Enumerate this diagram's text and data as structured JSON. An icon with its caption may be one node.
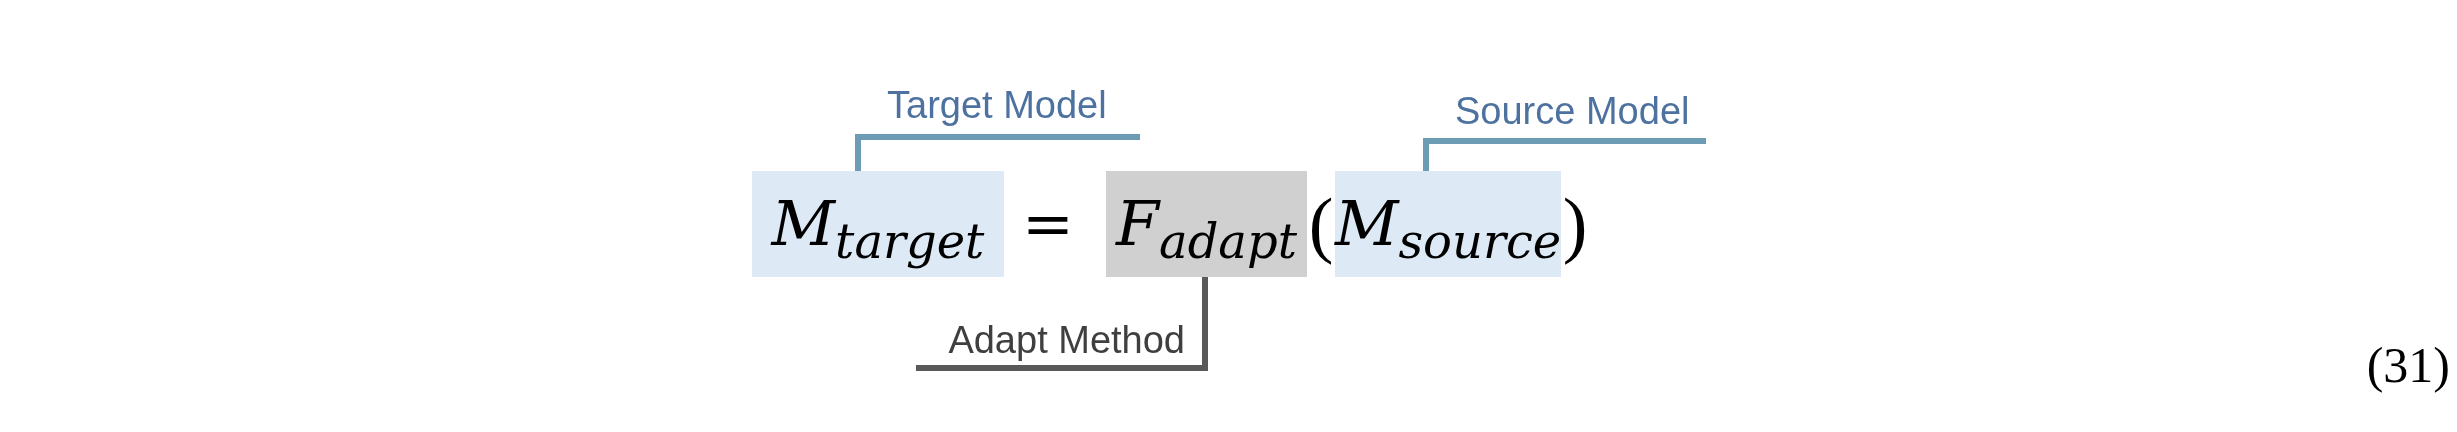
{
  "diagram": {
    "nodes": [
      {
        "text": [
          "Target Model"
        ]
      },
      {
        "text": [
          "Source Model"
        ]
      },
      {
        "text": [
          "M$_{target}$"
        ]
      },
      {
        "text": [
          "F$_{adapt}$"
        ]
      },
      {
        "text": [
          "M$_{source}$"
        ]
      },
      {
        "text": [
          "Adapt Method"
        ]
      }
    ],
    "edges": [
      {
        "from": 0,
        "to": 2,
        "arrow": "none"
      },
      {
        "from": 1,
        "to": 4,
        "arrow": "none"
      },
      {
        "from": 5,
        "to": 3,
        "arrow": "none",
        "color": "#595959"
      }
    ],
    "labels": [
      "=",
      "(",
      ")",
      "(31)"
    ]
  }
}
